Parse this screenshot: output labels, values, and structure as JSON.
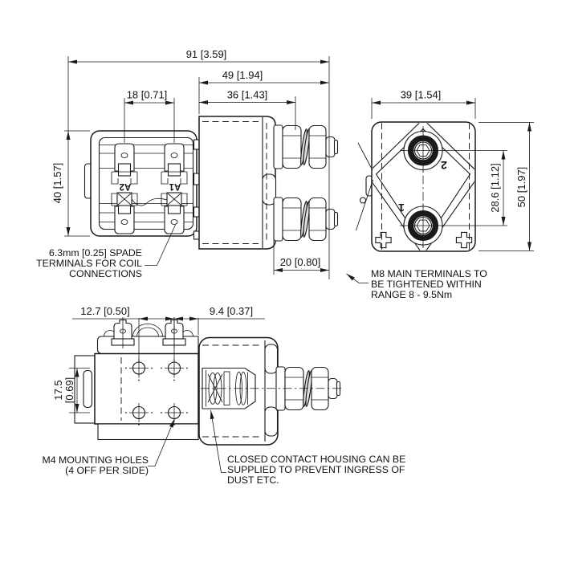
{
  "page": {
    "background": "#ffffff",
    "line_color": "#1a1a1a"
  },
  "dimensions": {
    "overall_width": "91 [3.59]",
    "stud_assembly_depth": "49 [1.94]",
    "housing_to_washer_face": "36 [1.43]",
    "coil_terminal_pitch": "18 [0.71]",
    "coil_body_height": "40 [1.57]",
    "stud_protrusion": "20 [0.80]",
    "end_view_width": "39 [1.54]",
    "main_terminal_pitch": "28.6 [1.12]",
    "end_view_height": "50 [1.97]",
    "mounting_hole_pitch_x": "12.7 [0.50]",
    "mounting_hole_to_face": "9.4 [0.37]",
    "mounting_hole_pitch_y_mm": "17.5",
    "mounting_hole_pitch_y_in": "[0.69]"
  },
  "terminal_labels": {
    "coil_left": "A2",
    "coil_right": "A1",
    "main_upper": "2",
    "main_lower": "1"
  },
  "notes": {
    "spade_terminals": {
      "line1": "6.3mm [0.25] SPADE",
      "line2": "TERMINALS FOR COIL",
      "line3": "CONNECTIONS"
    },
    "m8_terminals": {
      "line1": "M8 MAIN TERMINALS TO",
      "line2": "BE TIGHTENED WITHIN",
      "line3": "RANGE 8 - 9.5Nm"
    },
    "m4_holes": {
      "line1": "M4 MOUNTING HOLES",
      "line2": "(4 OFF PER SIDE)"
    },
    "closed_housing": {
      "line1": "CLOSED CONTACT HOUSING CAN BE",
      "line2": "SUPPLIED TO PREVENT INGRESS OF",
      "line3": "DUST ETC."
    }
  }
}
